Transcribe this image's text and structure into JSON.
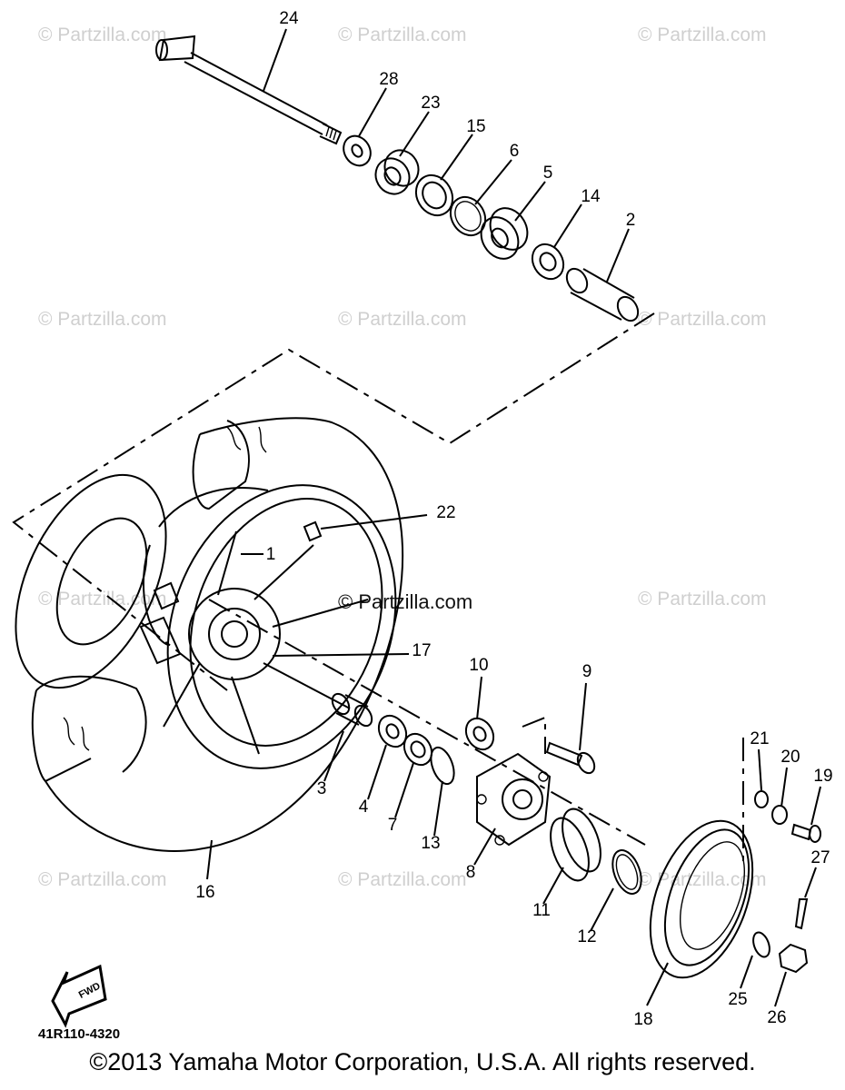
{
  "watermark": "© Partzilla.com",
  "part_labels": [
    "24",
    "28",
    "23",
    "15",
    "6",
    "5",
    "14",
    "2",
    "22",
    "1",
    "17",
    "10",
    "9",
    "3",
    "4",
    "7",
    "13",
    "8",
    "21",
    "20",
    "19",
    "27",
    "16",
    "11",
    "12",
    "25",
    "26",
    "18"
  ],
  "front_arrow_text": "FWD",
  "diagram_code": "41R110-4320",
  "copyright": "©2013 Yamaha Motor Corporation, U.S.A. All rights reserved."
}
